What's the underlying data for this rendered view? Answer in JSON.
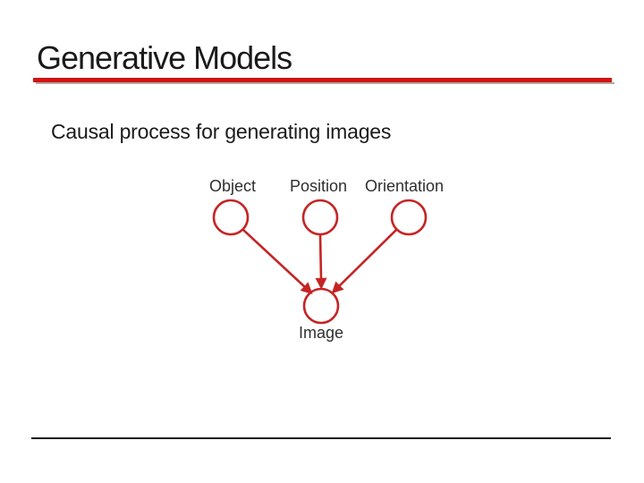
{
  "slide": {
    "title": "Generative Models",
    "subtitle": "Causal process for generating images"
  },
  "diagram": {
    "stroke": "#c42524",
    "nodes": [
      {
        "id": "object",
        "label": "Object"
      },
      {
        "id": "position",
        "label": "Position"
      },
      {
        "id": "orientation",
        "label": "Orientation"
      },
      {
        "id": "image",
        "label": "Image"
      }
    ],
    "edges": [
      {
        "from": "object",
        "to": "image"
      },
      {
        "from": "position",
        "to": "image"
      },
      {
        "from": "orientation",
        "to": "image"
      }
    ]
  },
  "colors": {
    "title_text": "#1a1a1a",
    "underline_red": "#d11414",
    "underline_shadow": "#b5a7a7",
    "footer_rule": "#111111"
  }
}
